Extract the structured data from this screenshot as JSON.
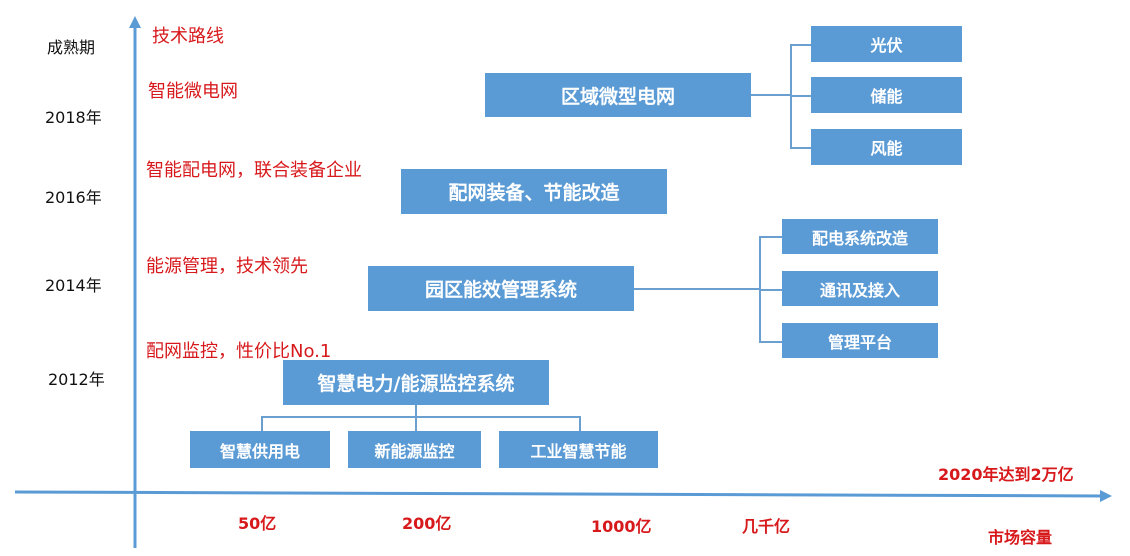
{
  "y_axis": {
    "title": "成熟期",
    "years": [
      "2018年",
      "2016年",
      "2014年",
      "2012年"
    ]
  },
  "x_axis": {
    "title": "市场容量",
    "ticks": [
      "50亿",
      "200亿",
      "1000亿",
      "几千亿"
    ],
    "note": "2020年达到2万亿"
  },
  "route": {
    "title": "技术路线",
    "stages": [
      "智能微电网",
      "智能配电网，联合装备企业",
      "能源管理，技术领先",
      "配网监控，性价比No.1"
    ]
  },
  "boxes": {
    "microgrid": {
      "label": "区域微型电网",
      "children": [
        "光伏",
        "储能",
        "风能"
      ]
    },
    "distribution": {
      "label": "配网装备、节能改造"
    },
    "park": {
      "label": "园区能效管理系统",
      "children": [
        "配电系统改造",
        "通讯及接入",
        "管理平台"
      ]
    },
    "monitor": {
      "label": "智慧电力/能源监控系统",
      "children": [
        "智慧供用电",
        "新能源监控",
        "工业智慧节能"
      ]
    }
  },
  "colors": {
    "box": "#5b9bd5",
    "axis": "#5b9bd5",
    "route_text": "#d7191c"
  }
}
